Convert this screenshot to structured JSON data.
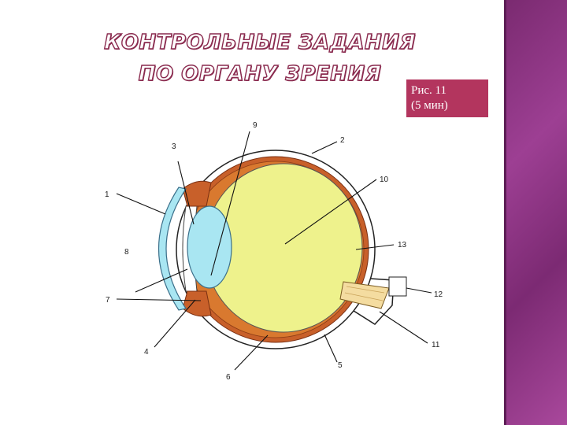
{
  "title": {
    "line1": "КОНТРОЛЬНЫЕ ЗАДАНИЯ",
    "line2": "ПО ОРГАНУ ЗРЕНИЯ"
  },
  "caption": {
    "line1": "Рис. 11",
    "line2": "(5 мин)"
  },
  "labels": {
    "n1": "1",
    "n2": "2",
    "n3": "3",
    "n4": "4",
    "n5": "5",
    "n6": "6",
    "n7": "7",
    "n8": "8",
    "n9": "9",
    "n10": "10",
    "n11": "11",
    "n12": "12",
    "n13": "13"
  },
  "colors": {
    "title_outline": "#8a2b4f",
    "caption_bg": "#b3355e",
    "side_bar": "#9d3f93",
    "vitreous": "#eef28c",
    "lens": "#a9e6f2",
    "choroid": "#c8602a",
    "optic_nerve": "#f4dca0"
  }
}
